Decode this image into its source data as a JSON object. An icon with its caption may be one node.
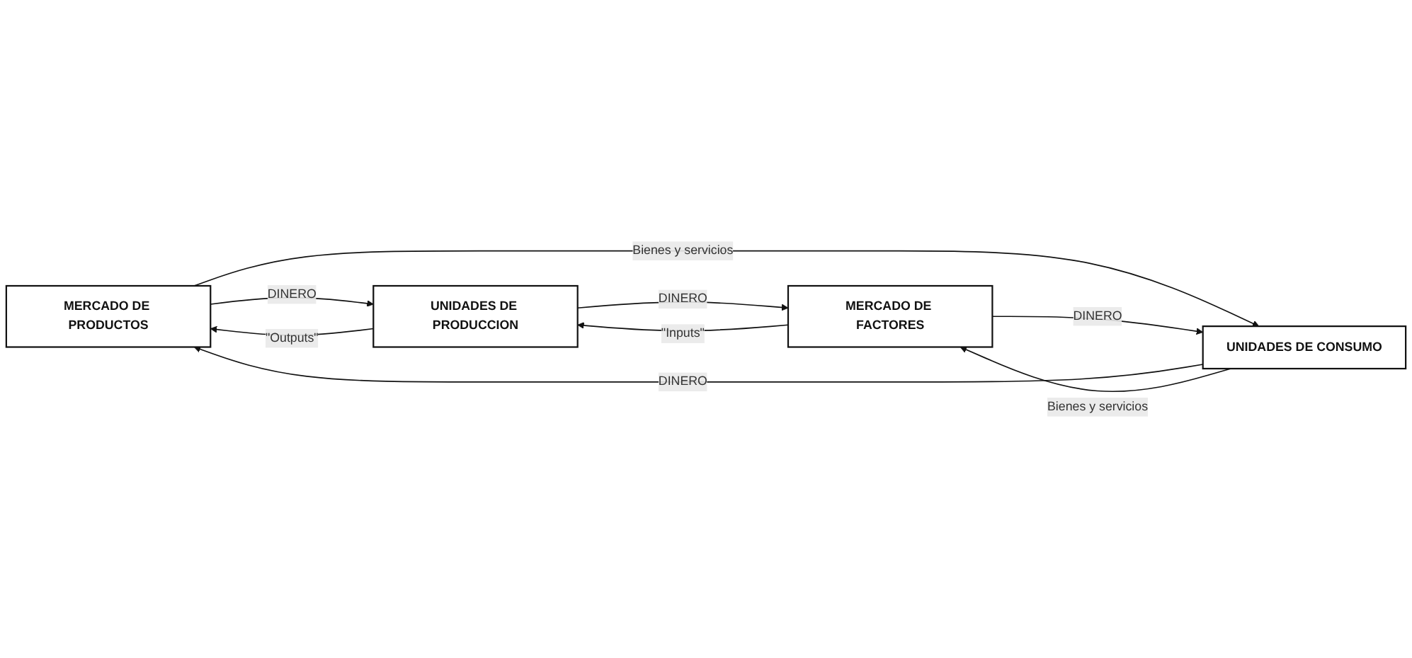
{
  "diagram": {
    "nodes": [
      {
        "text": [
          "MERCADO DE PRODUCTOS"
        ]
      },
      {
        "text": [
          "UNIDADES DE PRODUCCION"
        ]
      },
      {
        "text": [
          "UNIDADES DE CONSUMO"
        ]
      },
      {
        "text": [
          "MERCADO DE FACTORES"
        ]
      }
    ],
    "edges": [
      {
        "from": 1,
        "to": 0,
        "arrow": "to",
        "label": "\"Outputs\""
      },
      {
        "from": 0,
        "to": 1,
        "arrow": "to",
        "label": "DINERO"
      },
      {
        "from": 0,
        "to": 2,
        "arrow": "to",
        "label": "Bienes y servicios"
      },
      {
        "from": 2,
        "to": 0,
        "arrow": "to",
        "label": "DINERO"
      },
      {
        "from": 3,
        "to": 1,
        "arrow": "to",
        "label": "\"Inputs\""
      },
      {
        "from": 1,
        "to": 3,
        "arrow": "to",
        "label": "DINERO"
      },
      {
        "from": 3,
        "to": 2,
        "arrow": "to",
        "label": "DINERO"
      },
      {
        "from": 2,
        "to": 3,
        "arrow": "to",
        "label": "Bienes y servicios"
      }
    ]
  }
}
